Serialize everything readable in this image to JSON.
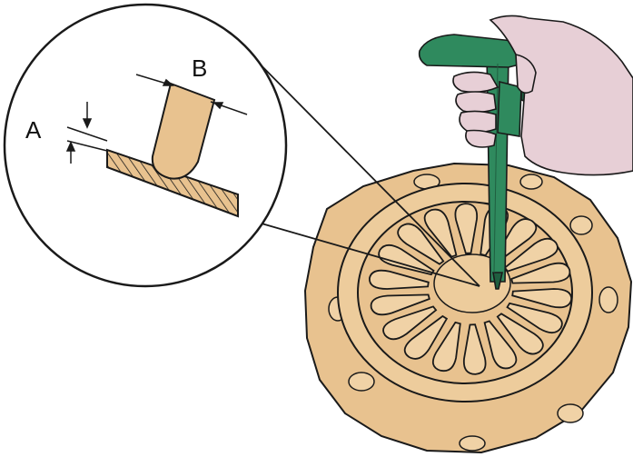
{
  "labels": {
    "a": "A",
    "b": "B"
  },
  "colors": {
    "part_fill": "#e8c28f",
    "part_fill_light": "#f0d2a6",
    "caliper": "#2f8a5e",
    "caliper_dark": "#1f5f40",
    "hand": "#e7cfd6",
    "outline": "#1a1a1a",
    "background": "#ffffff"
  },
  "icons": {
    "caliper": "vernier-caliper-icon",
    "hand": "hand-icon",
    "clutch_cover": "clutch-pressure-plate-icon",
    "magnifier": "detail-callout-circle"
  }
}
